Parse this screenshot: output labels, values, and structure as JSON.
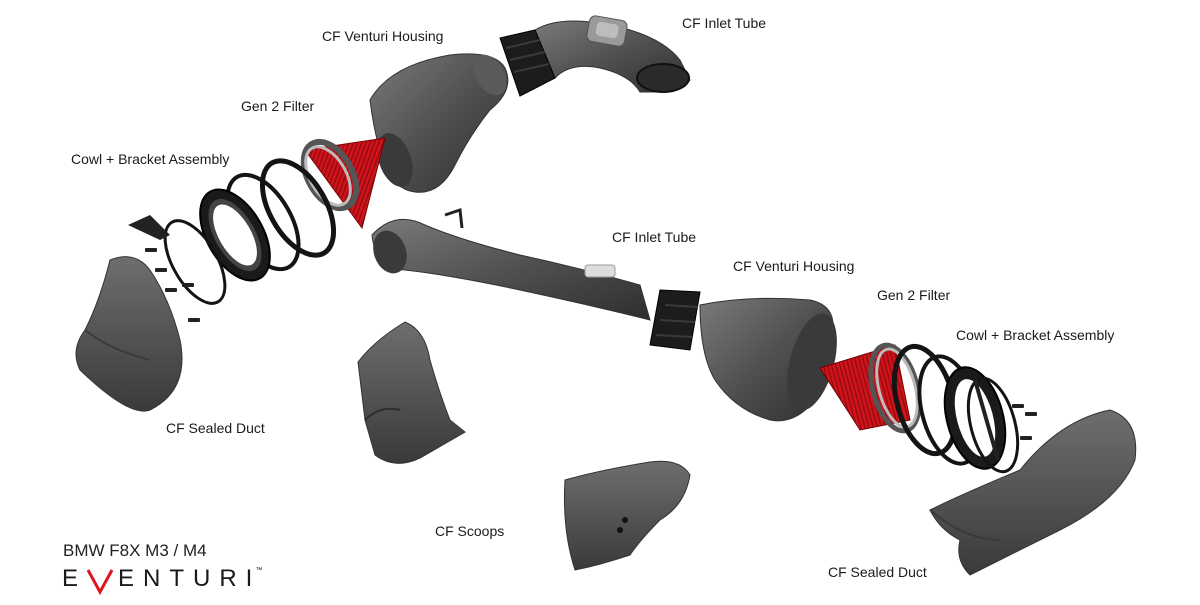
{
  "labels": {
    "venturi_top": "CF Venturi Housing",
    "inlet_top": "CF Inlet Tube",
    "filter_left": "Gen 2 Filter",
    "cowl_left": "Cowl + Bracket Assembly",
    "duct_left": "CF Sealed Duct",
    "inlet_mid": "CF Inlet Tube",
    "venturi_right": "CF Venturi Housing",
    "filter_right": "Gen 2 Filter",
    "cowl_right": "Cowl + Bracket Assembly",
    "scoops": "CF Scoops",
    "duct_right": "CF Sealed Duct"
  },
  "model": "BMW F8X M3 / M4",
  "brand": {
    "pre": "E",
    "post": "ENTURI",
    "tm": "™"
  },
  "colors": {
    "carbon": "#4a4a4a",
    "carbon_light": "#6a6a6a",
    "filter_red": "#d0141c",
    "ring_black": "#141414",
    "logo_red": "#e0141e"
  }
}
